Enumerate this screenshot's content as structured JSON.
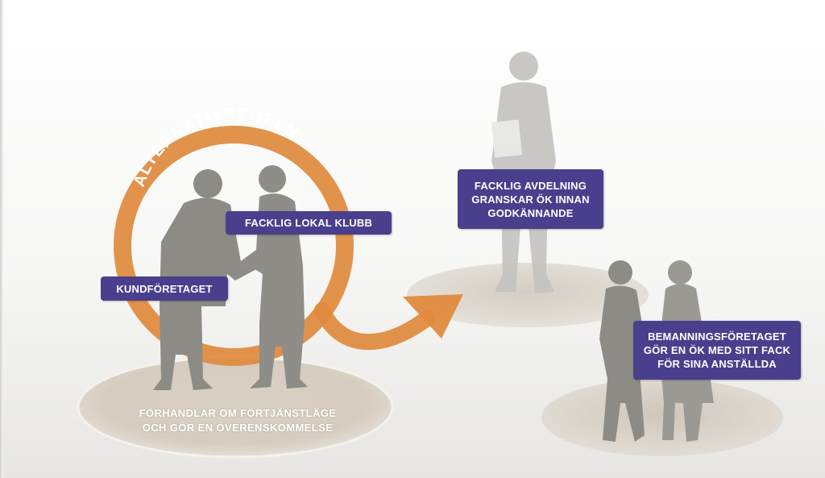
{
  "diagram": {
    "ring_title": "ALTERNATIVREGELN",
    "labels": {
      "kundforetaget": "KUNDFÖRETAGET",
      "facklig_lokal_klubb": "FACKLIG LOKAL KLUBB",
      "facklig_avdelning": [
        "FACKLIG AVDELNING",
        "GRANSKAR ÖK INNAN",
        "GODKÄNNANDE"
      ],
      "bemanningsforetaget": [
        "BEMANNINGSFÖRETAGET",
        "GÖR EN ÖK MED SITT FACK",
        "FÖR SINA ANSTÄLLDA"
      ]
    },
    "platform_caption": [
      "FÖRHANDLAR OM FÖRTJÄNSTLÄGE",
      "OCH GÖR EN ÖVERENSKOMMELSE"
    ]
  },
  "colors": {
    "label_bg": "#4a3f8c",
    "ring": "#e08a3c",
    "figure": "#8c8b85",
    "platform": "#dcd3c7"
  }
}
